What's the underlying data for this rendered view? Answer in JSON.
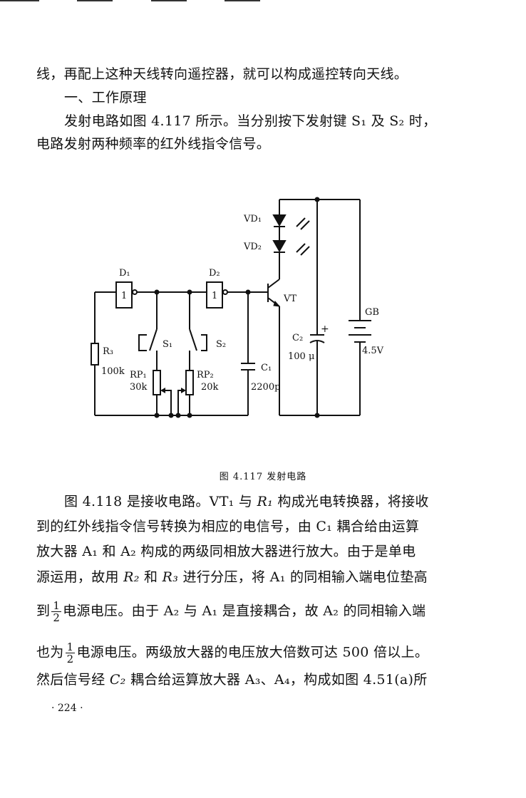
{
  "text": {
    "l1": "线，再配上这种天线转向遥控器，就可以构成遥控转向天线。",
    "l2": "一、工作原理",
    "l3": "发射电路如图 4.117 所示。当分别按下发射键 S₁ 及 S₂ 时，",
    "l4": "电路发射两种频率的红外线指令信号。",
    "p1a": "图 4.118 是接收电路。VT₁ 与 ",
    "p1b": "R₁",
    "p1c": " 构成光电转换器，将接收",
    "p2": "到的红外线指令信号转换为相应的电信号，由 C₁ 耦合给由运算",
    "p3": "放大器 A₁ 和 A₂ 构成的两级同相放大器进行放大。由于是单电",
    "p4a": "源运用，故用 ",
    "p4b": "R₂",
    "p4c": " 和 ",
    "p4d": "R₃",
    "p4e": " 进行分压，将 A₁ 的同相输入端电位垫高",
    "p5a": "到",
    "p5b": "电源电压。由于 A₂ 与 A₁ 是直接耦合，故 A₂ 的同相输入端",
    "p6a": "也为",
    "p6b": "电源电压。两级放大器的电压放大倍数可达 500 倍以上。",
    "p7a": "然后信号经 ",
    "p7b": "C₂",
    "p7c": " 耦合给运算放大器 A₃、A₄，构成如图 4.51(a)所",
    "frac_num": "1",
    "frac_den": "2"
  },
  "figure": {
    "caption": "图 4.117  发射电路",
    "labels": {
      "D1": "D₁",
      "D2": "D₂",
      "gate1": "1",
      "gate2": "1",
      "VD1": "VD₁",
      "VD2": "VD₂",
      "VT": "VT",
      "S1": "S₁",
      "S2": "S₂",
      "R3": "R₃",
      "R3_val": "100k",
      "RP1": "RP₁",
      "RP1_val": "30k",
      "RP2": "RP₂",
      "RP2_val": "20k",
      "C1": "C₁",
      "C1_val": "2200p",
      "C2": "C₂",
      "C2_val": "100 μ",
      "GB": "GB",
      "GB_val": "4.5V"
    }
  },
  "page_number": "· 224 ·"
}
